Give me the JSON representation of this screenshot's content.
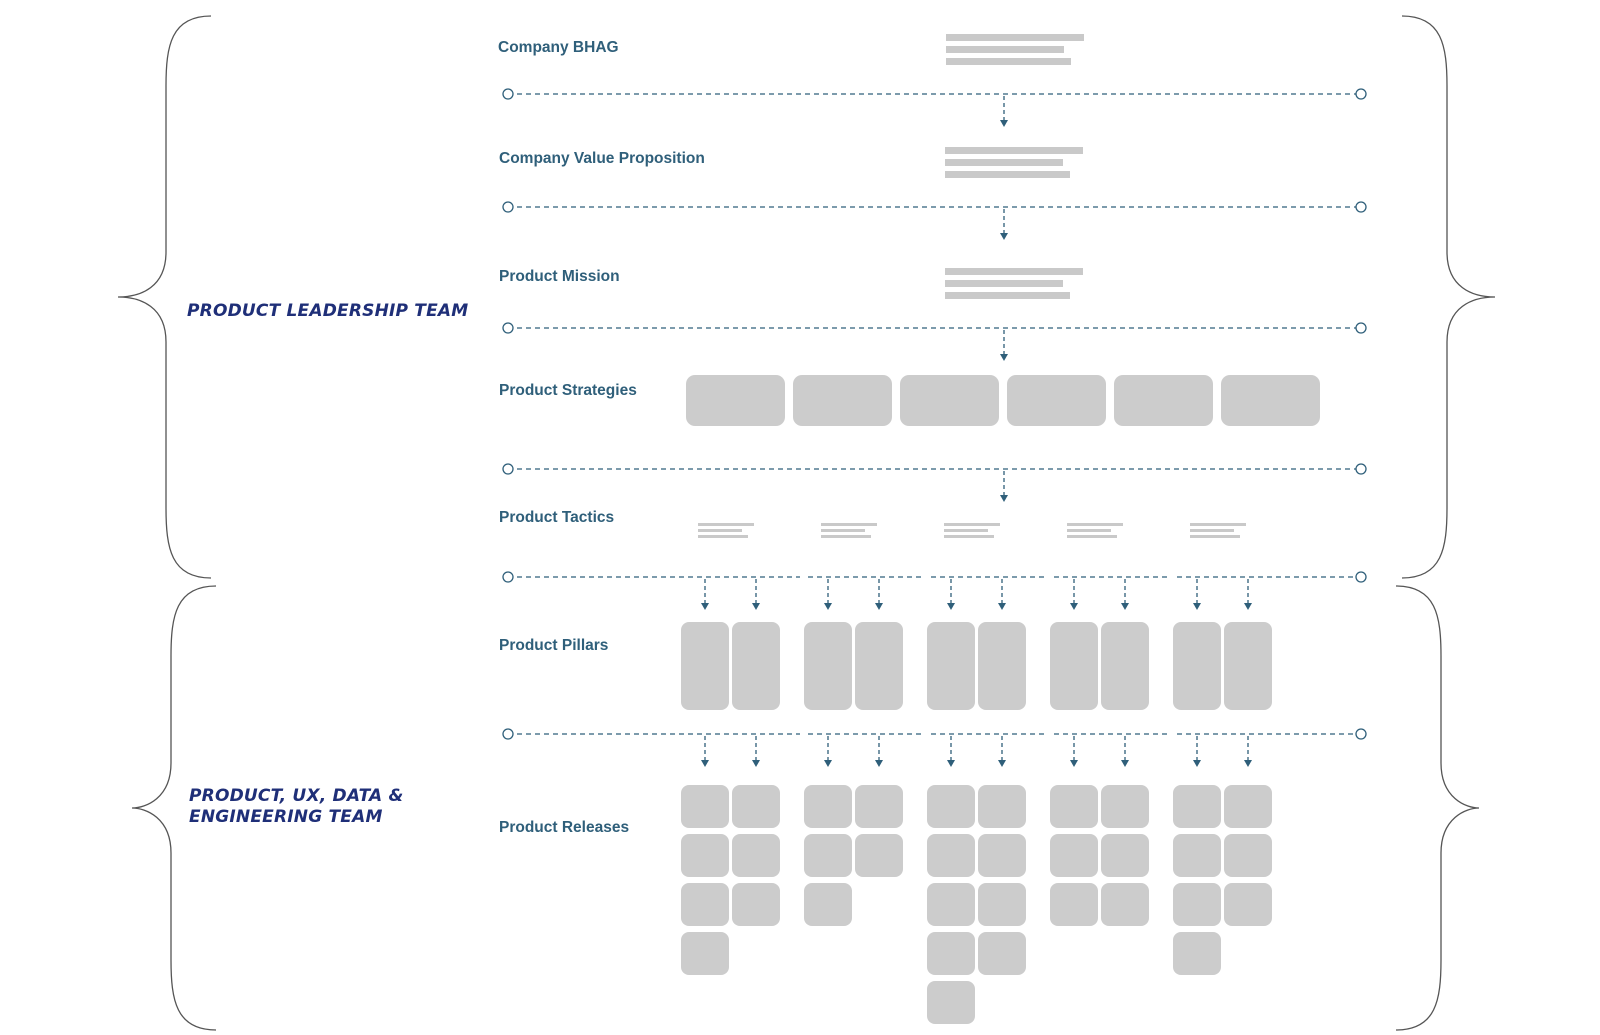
{
  "colors": {
    "level_text": "#2f5f7a",
    "team_text": "#1f2f78",
    "connector": "#2f5f7a",
    "block_fill": "#cccccc",
    "placeholder_line": "#c9c9c9",
    "brace": "#555555"
  },
  "teams": [
    {
      "label": "PRODUCT LEADERSHIP TEAM"
    },
    {
      "label": "PRODUCT, UX, DATA &\nENGINEERING TEAM"
    }
  ],
  "levels": [
    {
      "label": "Company BHAG"
    },
    {
      "label": "Company Value Proposition"
    },
    {
      "label": "Product Mission"
    },
    {
      "label": "Product Strategies"
    },
    {
      "label": "Product Tactics"
    },
    {
      "label": "Product Pillars"
    },
    {
      "label": "Product Releases"
    }
  ],
  "structure": {
    "strategies_count": 6,
    "tactics_count": 5,
    "pillars_per_tactic": 2,
    "releases_per_pillar": [
      [
        4,
        3
      ],
      [
        3,
        2
      ],
      [
        5,
        4
      ],
      [
        3,
        3
      ],
      [
        4,
        3
      ]
    ]
  }
}
